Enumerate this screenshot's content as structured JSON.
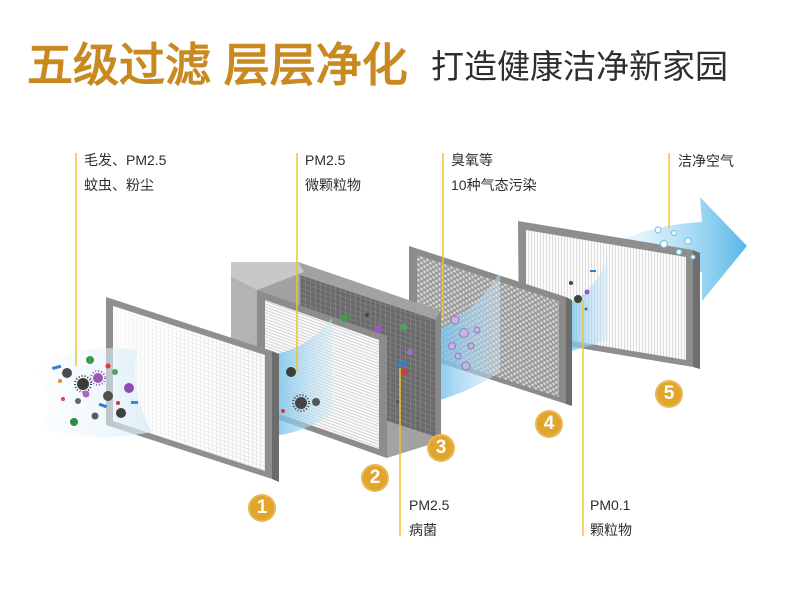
{
  "title": {
    "main": "五级过滤 层层净化",
    "sub": "打造健康洁净新家园"
  },
  "callouts": {
    "intake": {
      "line1": "毛发、PM2.5",
      "line2": "蚊虫、粉尘"
    },
    "fine_particles": {
      "line1": "PM2.5",
      "line2": "微颗粒物"
    },
    "gases": {
      "line1": "臭氧等",
      "line2": "10种气态污染"
    },
    "clean_air": {
      "line1": "洁净空气"
    },
    "germs": {
      "line1": "PM2.5",
      "line2": "病菌"
    },
    "ultrafine": {
      "line1": "PM0.1",
      "line2": "颗粒物"
    }
  },
  "badges": [
    "1",
    "2",
    "3",
    "4",
    "5"
  ],
  "colors": {
    "title_accent": "#c88a20",
    "badge": "#e2a52c",
    "leader_line": "#f2c230",
    "text": "#2e2e2e",
    "airflow": "#55b6e7"
  }
}
